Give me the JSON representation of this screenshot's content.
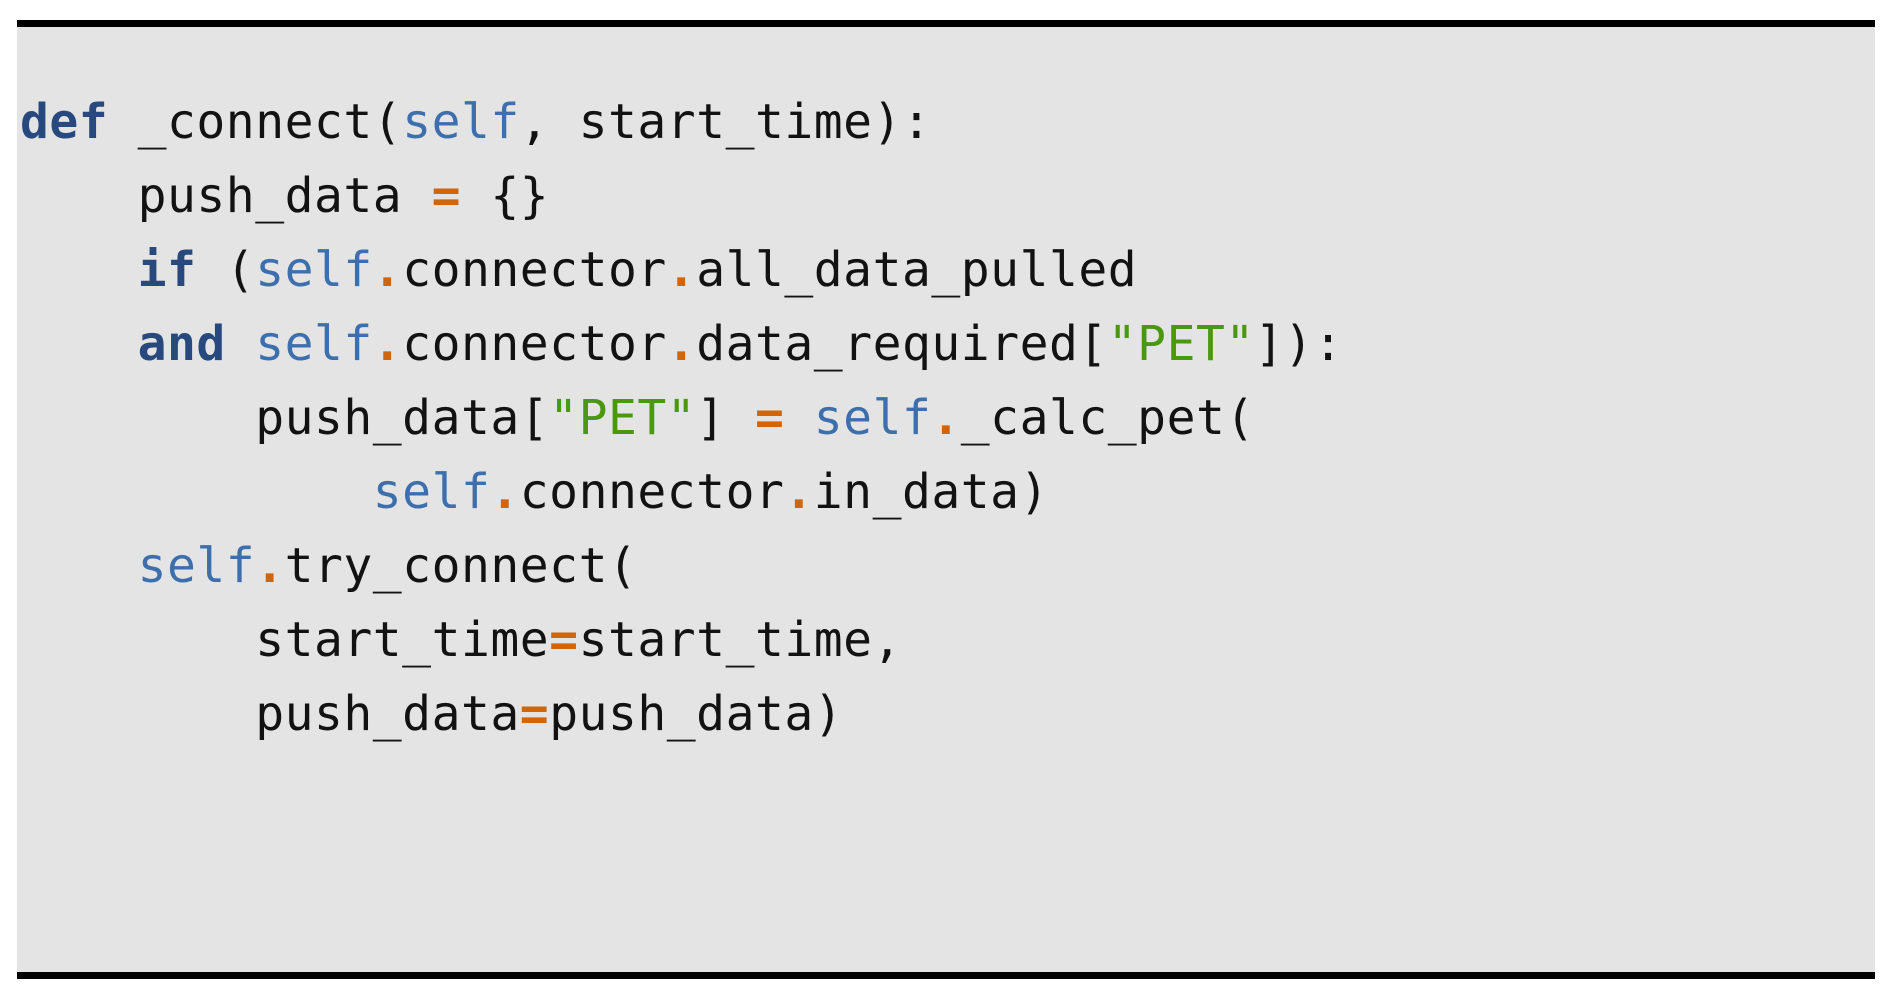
{
  "figure": {
    "kind": "code-listing",
    "language": "python",
    "background_color": "#e4e4e4",
    "page_background_color": "#ffffff",
    "rule_color": "#000000"
  },
  "palette": {
    "keyword": "#27497d",
    "self": "#3d6fad",
    "string": "#4a9712",
    "operator": "#d1650a",
    "plain": "#121212"
  },
  "code": {
    "full_text": "def _connect(self, start_time):\n    push_data = {}\n    if (self.connector.all_data_pulled\n    and self.connector.data_required[\"PET\"]):\n        push_data[\"PET\"] = self._calc_pet(\n            self.connector.in_data)\n    self.try_connect(\n        start_time=start_time,\n        push_data=push_data)",
    "lines": [
      {
        "index": 1,
        "text": "def _connect(self, start_time):",
        "tokens": [
          {
            "t": "def",
            "c": "keyword"
          },
          {
            "t": " _connect(",
            "c": "plain"
          },
          {
            "t": "self",
            "c": "self"
          },
          {
            "t": ", start_time):",
            "c": "plain"
          }
        ]
      },
      {
        "index": 2,
        "text": "    push_data = {}",
        "tokens": [
          {
            "t": "    push_data ",
            "c": "plain"
          },
          {
            "t": "=",
            "c": "operator"
          },
          {
            "t": " {}",
            "c": "plain"
          }
        ]
      },
      {
        "index": 3,
        "text": "    if (self.connector.all_data_pulled",
        "tokens": [
          {
            "t": "    ",
            "c": "plain"
          },
          {
            "t": "if",
            "c": "keyword"
          },
          {
            "t": " (",
            "c": "plain"
          },
          {
            "t": "self",
            "c": "self"
          },
          {
            "t": ".",
            "c": "operator"
          },
          {
            "t": "connector",
            "c": "plain"
          },
          {
            "t": ".",
            "c": "operator"
          },
          {
            "t": "all_data_pulled",
            "c": "plain"
          }
        ]
      },
      {
        "index": 4,
        "text": "    and self.connector.data_required[\"PET\"]):",
        "tokens": [
          {
            "t": "    ",
            "c": "plain"
          },
          {
            "t": "and",
            "c": "keyword"
          },
          {
            "t": " ",
            "c": "plain"
          },
          {
            "t": "self",
            "c": "self"
          },
          {
            "t": ".",
            "c": "operator"
          },
          {
            "t": "connector",
            "c": "plain"
          },
          {
            "t": ".",
            "c": "operator"
          },
          {
            "t": "data_required[",
            "c": "plain"
          },
          {
            "t": "\"PET\"",
            "c": "string"
          },
          {
            "t": "]):",
            "c": "plain"
          }
        ]
      },
      {
        "index": 5,
        "text": "        push_data[\"PET\"] = self._calc_pet(",
        "tokens": [
          {
            "t": "        push_data[",
            "c": "plain"
          },
          {
            "t": "\"PET\"",
            "c": "string"
          },
          {
            "t": "] ",
            "c": "plain"
          },
          {
            "t": "=",
            "c": "operator"
          },
          {
            "t": " ",
            "c": "plain"
          },
          {
            "t": "self",
            "c": "self"
          },
          {
            "t": ".",
            "c": "operator"
          },
          {
            "t": "_calc_pet(",
            "c": "plain"
          }
        ]
      },
      {
        "index": 6,
        "text": "            self.connector.in_data)",
        "tokens": [
          {
            "t": "            ",
            "c": "plain"
          },
          {
            "t": "self",
            "c": "self"
          },
          {
            "t": ".",
            "c": "operator"
          },
          {
            "t": "connector",
            "c": "plain"
          },
          {
            "t": ".",
            "c": "operator"
          },
          {
            "t": "in_data)",
            "c": "plain"
          }
        ]
      },
      {
        "index": 7,
        "text": "    self.try_connect(",
        "tokens": [
          {
            "t": "    ",
            "c": "plain"
          },
          {
            "t": "self",
            "c": "self"
          },
          {
            "t": ".",
            "c": "operator"
          },
          {
            "t": "try_connect(",
            "c": "plain"
          }
        ]
      },
      {
        "index": 8,
        "text": "        start_time=start_time,",
        "tokens": [
          {
            "t": "        start_time",
            "c": "plain"
          },
          {
            "t": "=",
            "c": "operator"
          },
          {
            "t": "start_time,",
            "c": "plain"
          }
        ]
      },
      {
        "index": 9,
        "text": "        push_data=push_data)",
        "tokens": [
          {
            "t": "        push_data",
            "c": "plain"
          },
          {
            "t": "=",
            "c": "operator"
          },
          {
            "t": "push_data)",
            "c": "plain"
          }
        ]
      }
    ]
  }
}
